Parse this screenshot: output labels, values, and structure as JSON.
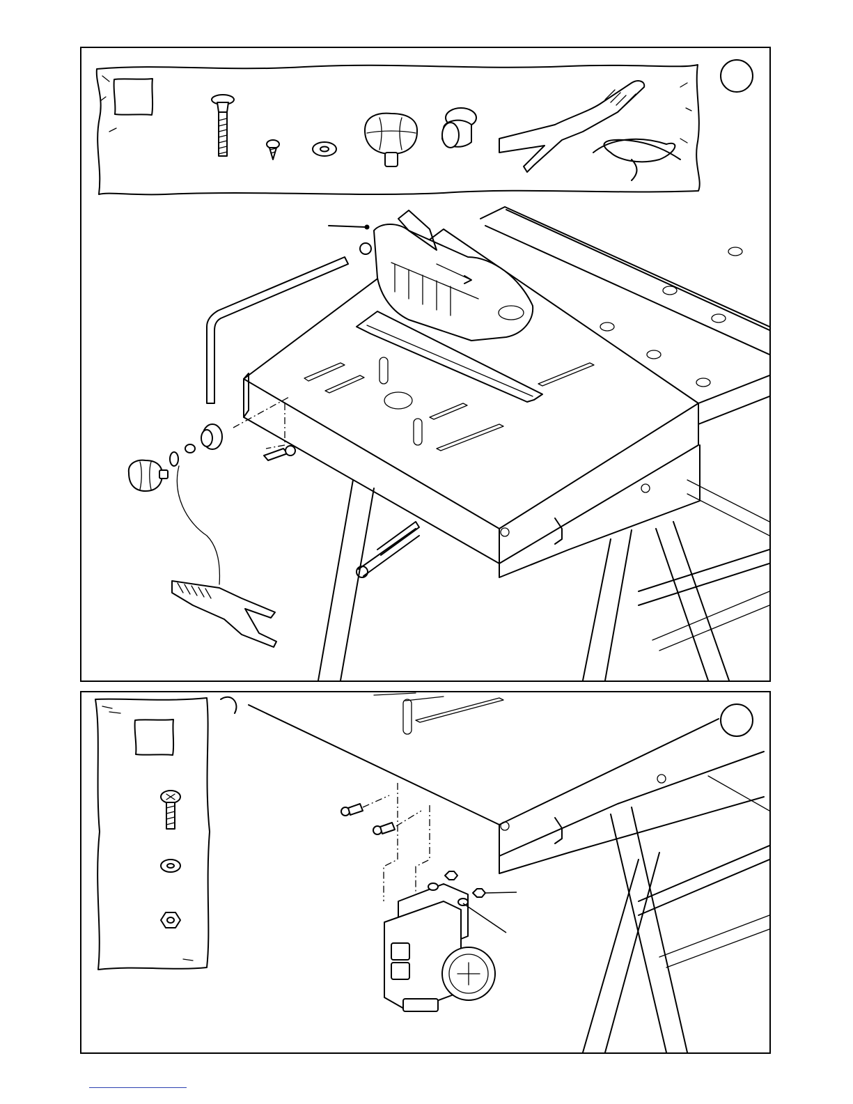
{
  "page": {
    "background": "#ffffff",
    "line_color": "#000000",
    "footer_link_color": "#2a3fb0"
  },
  "panels": [
    {
      "id": "top",
      "step_marker": "",
      "parts_strip": {
        "layout": "horizontal",
        "icons": [
          "hardware-bag-icon",
          "carriage-bolt-icon",
          "small-screw-icon",
          "washer-icon",
          "knob-icon",
          "bushing-icon",
          "clamp-icon",
          "cord-icon"
        ]
      },
      "illustration": "blade-guard-and-push-stick-assembly"
    },
    {
      "id": "bottom",
      "step_marker": "",
      "parts_strip": {
        "layout": "vertical",
        "icons": [
          "hardware-bag-icon",
          "pan-head-screw-icon",
          "washer-icon",
          "hex-nut-icon"
        ]
      },
      "illustration": "switch-box-mounting"
    }
  ]
}
